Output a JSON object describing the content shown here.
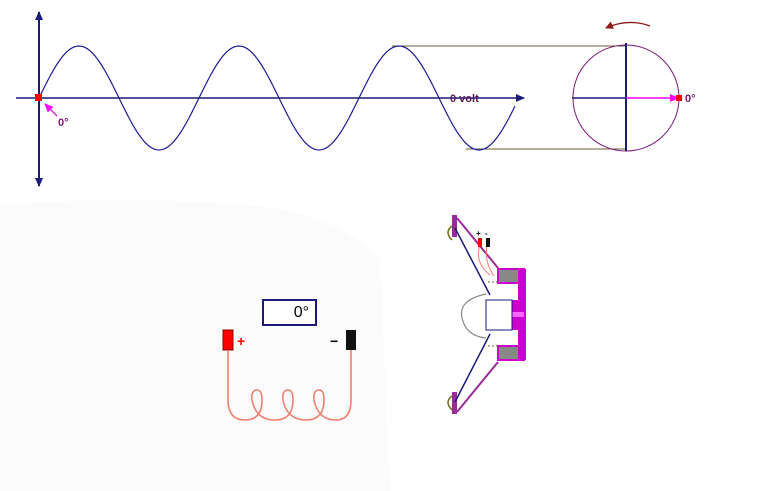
{
  "wave_panel": {
    "origin_label": "0°",
    "axis_label": "0 volt",
    "phasor_label": "0°",
    "cycles_shown": 3
  },
  "circuit_panel": {
    "phase_readout": "0°",
    "plus_terminal": "+",
    "minus_terminal": "−"
  },
  "speaker_panel": {
    "plus_terminal": "+",
    "minus_terminal": "-"
  },
  "colors": {
    "axis": "#1a1a7a",
    "wave": "#1a1a9a",
    "phasor": "#ff00ff",
    "marker": "#ff0000",
    "circle": "#7a1a7a",
    "guide": "#6b5a3a",
    "coil": "#f08070",
    "magnet": "#cc00cc"
  },
  "icons": {
    "rotation": "curved-arrow-icon",
    "origin_pointer": "pointer-arrow-icon"
  }
}
